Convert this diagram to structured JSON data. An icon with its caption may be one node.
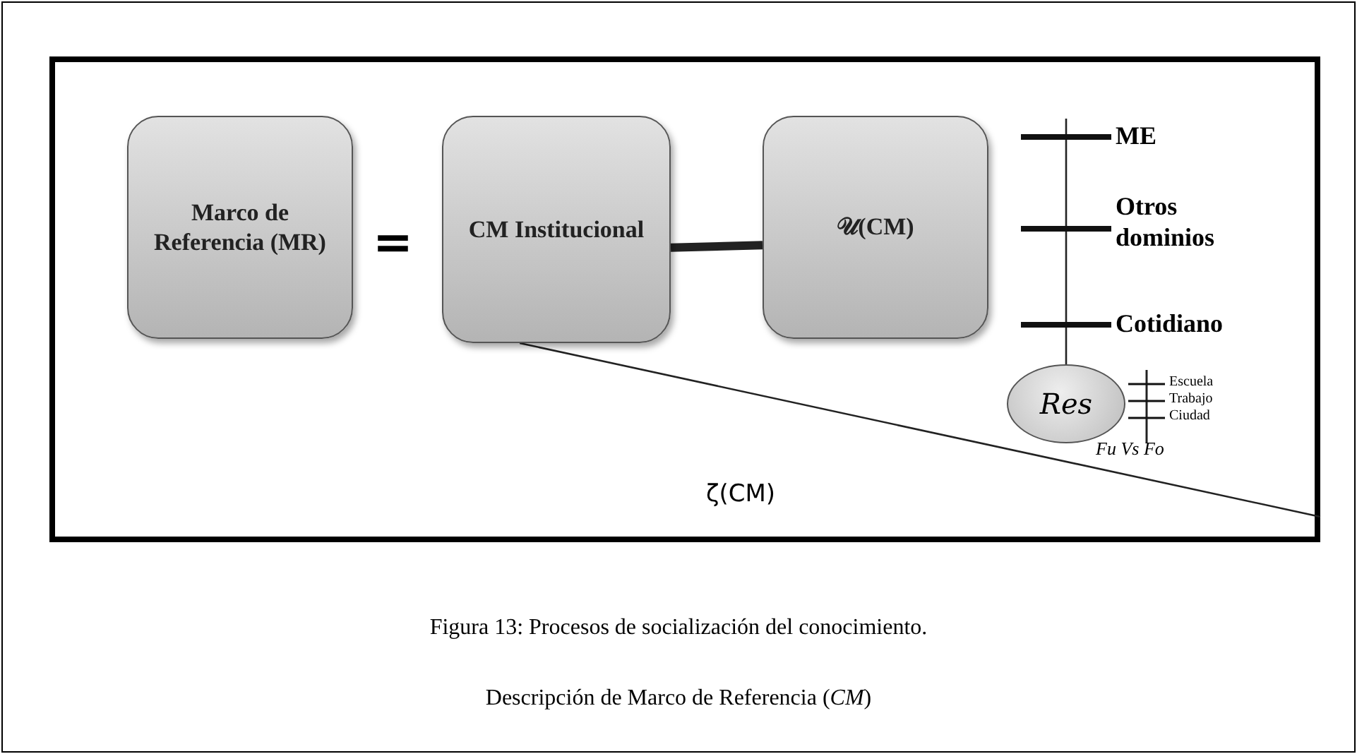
{
  "diagram": {
    "caption": "Figura 13: Procesos de socialización del conocimiento.",
    "nodes": [
      {
        "text": [
          "Marco de Referencia (MR)"
        ]
      },
      {
        "text": [
          "CM Institucional"
        ]
      },
      {
        "text": [
          "𝒰(CM)"
        ]
      },
      {
        "text": [
          "Res"
        ]
      }
    ],
    "edges": [
      {
        "from": 1,
        "to": 2,
        "arrow": "none",
        "style": "thick"
      },
      {
        "from": 1,
        "to": null,
        "arrow": "none"
      },
      {
        "from": null,
        "to": 3,
        "arrow": "none"
      }
    ],
    "labels": [
      "=",
      "ME",
      "Otros dominios",
      "Cotidiano",
      "Escuela",
      "Trabajo",
      "Ciudad",
      "Fu Vs Fo",
      "ζ(CM)",
      "Descripción de Marco de Referencia (*CM*)"
    ]
  }
}
